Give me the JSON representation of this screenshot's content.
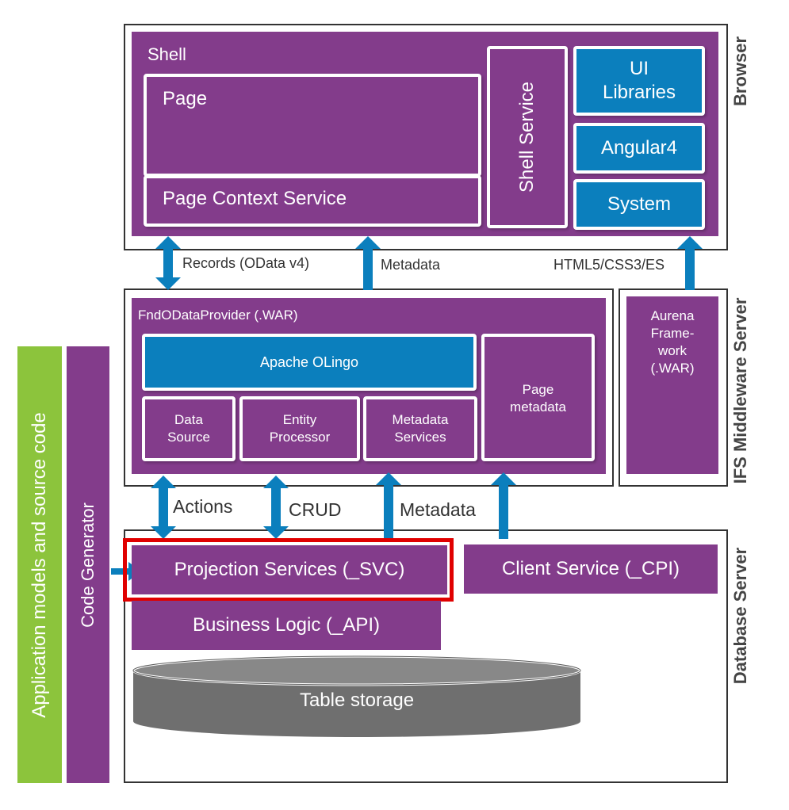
{
  "tiers": {
    "browser": "Browser",
    "middleware": "IFS Middleware Server",
    "database": "Database Server"
  },
  "side": {
    "app_models": "Application models and source code",
    "code_generator": "Code Generator"
  },
  "shell": {
    "title": "Shell",
    "page": "Page",
    "page_context": "Page Context Service",
    "shell_service": "Shell Service",
    "ui_libraries": "UI\nLibraries",
    "angular": "Angular4",
    "system": "System"
  },
  "links_top": {
    "records": "Records (OData v4)",
    "metadata": "Metadata",
    "html5": "HTML5/CSS3/ES"
  },
  "middleware": {
    "provider": "FndODataProvider (.WAR)",
    "olingo": "Apache OLingo",
    "data_source": "Data\nSource",
    "entity_processor": "Entity\nProcessor",
    "metadata_services": "Metadata\nServices",
    "page_metadata": "Page\nmetadata",
    "aurena": "Aurena\nFrame-\nwork\n(.WAR)"
  },
  "links_bottom": {
    "actions": "Actions",
    "crud": "CRUD",
    "metadata": "Metadata"
  },
  "database": {
    "projection": "Projection Services (_SVC)",
    "client_service": "Client Service (_CPI)",
    "business_logic": "Business Logic (_API)",
    "table_storage": "Table storage"
  },
  "colors": {
    "purple": "#833c8b",
    "blue": "#0b7fbd",
    "green": "#8cc43c",
    "gray": "#6f6f6f",
    "highlight": "#e00000"
  }
}
